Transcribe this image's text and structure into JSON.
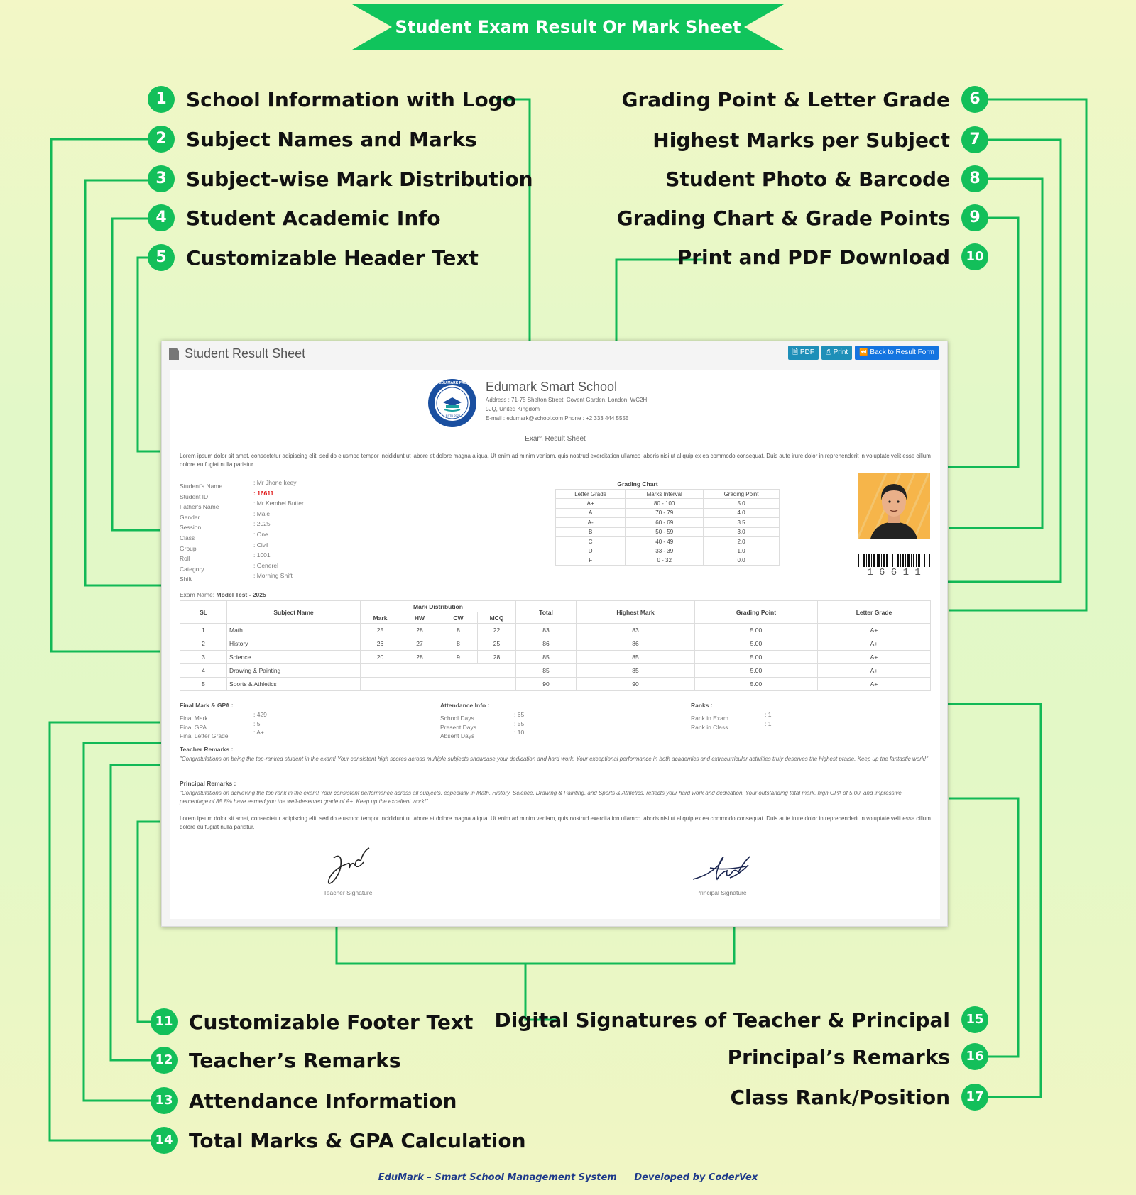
{
  "banner": {
    "title": "Student Exam Result Or Mark Sheet",
    "color": "#10c45c"
  },
  "accent_color": "#13bf5a",
  "features": [
    {
      "n": "1",
      "label": "School Information with Logo"
    },
    {
      "n": "2",
      "label": "Subject Names and Marks"
    },
    {
      "n": "3",
      "label": "Subject-wise Mark Distribution"
    },
    {
      "n": "4",
      "label": "Student Academic Info"
    },
    {
      "n": "5",
      "label": "Customizable Header Text"
    },
    {
      "n": "6",
      "label": "Grading Point & Letter Grade"
    },
    {
      "n": "7",
      "label": "Highest Marks per Subject"
    },
    {
      "n": "8",
      "label": "Student Photo & Barcode"
    },
    {
      "n": "9",
      "label": "Grading Chart & Grade Points"
    },
    {
      "n": "10",
      "label": "Print and PDF Download"
    },
    {
      "n": "11",
      "label": "Customizable Footer Text"
    },
    {
      "n": "12",
      "label": "Teacher’s Remarks"
    },
    {
      "n": "13",
      "label": "Attendance Information"
    },
    {
      "n": "14",
      "label": "Total Marks & GPA Calculation"
    },
    {
      "n": "15",
      "label": "Digital Signatures of Teacher & Principal"
    },
    {
      "n": "16",
      "label": "Principal’s Remarks"
    },
    {
      "n": "17",
      "label": "Class Rank/Position"
    }
  ],
  "panel": {
    "title": "Student Result Sheet",
    "buttons": {
      "pdf": "PDF",
      "print": "Print",
      "back": "Back to Result Form"
    },
    "school": {
      "name": "Edumark Smart School",
      "address1": "Address : 71-75 Shelton Street, Covent Garden, London, WC2H",
      "address2": "9JQ, United Kingdom",
      "contact": "E-mail : edumark@school.com Phone : +2 333 444 5555",
      "logo_top": "EDU MARK PRO",
      "logo_year": "ESTD 2024"
    },
    "sheet_title": "Exam Result Sheet",
    "header_text": "Lorem ipsum dolor sit amet, consectetur adipiscing elit, sed do eiusmod tempor incididunt ut labore et dolore magna aliqua. Ut enim ad minim veniam, quis nostrud exercitation ullamco laboris nisi ut aliquip ex ea commodo consequat. Duis aute irure dolor in reprehenderit in voluptate velit esse cillum dolore eu fugiat nulla pariatur.",
    "student_info": [
      {
        "label": "Student's Name",
        "value": ": Mr Jhone keey"
      },
      {
        "label": "Student ID",
        "value": ": 16611"
      },
      {
        "label": "Father's Name",
        "value": ": Mr Kembel Butter"
      },
      {
        "label": "Gender",
        "value": ": Male"
      },
      {
        "label": "Session",
        "value": ": 2025"
      },
      {
        "label": "Class",
        "value": ": One"
      },
      {
        "label": "Group",
        "value": ": Civil"
      },
      {
        "label": "Roll",
        "value": ": 1001"
      },
      {
        "label": "Category",
        "value": ": Generel"
      },
      {
        "label": "Shift",
        "value": ": Morning Shift"
      }
    ],
    "grading_chart": {
      "title": "Grading Chart",
      "headers": [
        "Letter Grade",
        "Marks Interval",
        "Grading Point"
      ],
      "rows": [
        [
          "A+",
          "80 - 100",
          "5.0"
        ],
        [
          "A",
          "70 - 79",
          "4.0"
        ],
        [
          "A-",
          "60 - 69",
          "3.5"
        ],
        [
          "B",
          "50 - 59",
          "3.0"
        ],
        [
          "C",
          "40 - 49",
          "2.0"
        ],
        [
          "D",
          "33 - 39",
          "1.0"
        ],
        [
          "F",
          "0 - 32",
          "0.0"
        ]
      ]
    },
    "barcode_number": "1 6 6 1 1",
    "exam_label": "Exam Name:",
    "exam_name": "Model Test - 2025",
    "marks_table": {
      "headers": {
        "sl": "SL",
        "subject": "Subject Name",
        "dist": "Mark Distribution",
        "total": "Total",
        "highest": "Highest Mark",
        "gp": "Grading Point",
        "lg": "Letter Grade"
      },
      "dist_headers": [
        "Mark",
        "HW",
        "CW",
        "MCQ"
      ],
      "rows": [
        {
          "sl": "1",
          "subject": "Math",
          "mark": "25",
          "hw": "28",
          "cw": "8",
          "mcq": "22",
          "total": "83",
          "highest": "83",
          "gp": "5.00",
          "lg": "A+"
        },
        {
          "sl": "2",
          "subject": "History",
          "mark": "26",
          "hw": "27",
          "cw": "8",
          "mcq": "25",
          "total": "86",
          "highest": "86",
          "gp": "5.00",
          "lg": "A+"
        },
        {
          "sl": "3",
          "subject": "Science",
          "mark": "20",
          "hw": "28",
          "cw": "9",
          "mcq": "28",
          "total": "85",
          "highest": "85",
          "gp": "5.00",
          "lg": "A+"
        },
        {
          "sl": "4",
          "subject": "Drawing & Painting",
          "mark": "",
          "hw": "",
          "cw": "",
          "mcq": "",
          "total": "85",
          "highest": "85",
          "gp": "5.00",
          "lg": "A+"
        },
        {
          "sl": "5",
          "subject": "Sports & Athletics",
          "mark": "",
          "hw": "",
          "cw": "",
          "mcq": "",
          "total": "90",
          "highest": "90",
          "gp": "5.00",
          "lg": "A+"
        }
      ]
    },
    "final": {
      "title": "Final Mark & GPA :",
      "rows": [
        {
          "label": "Final Mark",
          "value": ": 429"
        },
        {
          "label": "Final GPA",
          "value": ": 5"
        },
        {
          "label": "Final Letter Grade",
          "value": ": A+"
        }
      ]
    },
    "attendance": {
      "title": "Attendance Info :",
      "rows": [
        {
          "label": "School Days",
          "value": ": 65"
        },
        {
          "label": "Present Days",
          "value": ": 55"
        },
        {
          "label": "Absent Days",
          "value": ": 10"
        }
      ]
    },
    "ranks": {
      "title": "Ranks :",
      "rows": [
        {
          "label": "Rank in Exam",
          "value": ": 1"
        },
        {
          "label": "Rank in Class",
          "value": ": 1"
        }
      ]
    },
    "teacher_remarks_title": "Teacher Remarks :",
    "teacher_remarks": "\"Congratulations on being the top-ranked student in the exam! Your consistent high scores across multiple subjects showcase your dedication and hard work. Your exceptional performance in both academics and extracurricular activities truly deserves the highest praise. Keep up the fantastic work!\"",
    "principal_remarks_title": "Principal Remarks :",
    "principal_remarks": "\"Congratulations on achieving the top rank in the exam! Your consistent performance across all subjects, especially in Math, History, Science, Drawing & Painting, and Sports & Athletics, reflects your hard work and dedication. Your outstanding total mark, high GPA of 5.00, and impressive percentage of 85.8% have earned you the well-deserved grade of A+. Keep up the excellent work!\"",
    "footer_text": "Lorem ipsum dolor sit amet, consectetur adipiscing elit, sed do eiusmod tempor incididunt ut labore et dolore magna aliqua. Ut enim ad minim veniam, quis nostrud exercitation ullamco laboris nisi ut aliquip ex ea commodo consequat. Duis aute irure dolor in reprehenderit in voluptate velit esse cillum dolore eu fugiat nulla pariatur.",
    "teacher_signature": "Teacher Signature",
    "principal_signature": "Principal Signature"
  },
  "footer": {
    "left": "EduMark – Smart School Management System",
    "right": "Developed by CoderVex"
  }
}
